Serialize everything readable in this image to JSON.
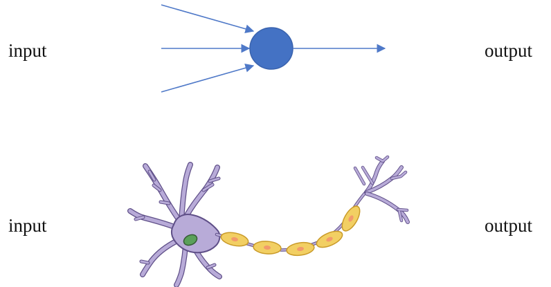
{
  "top_diagram": {
    "input_label": "input",
    "output_label": "output",
    "colors": {
      "line": "#4F79C8",
      "node": "#4472C4",
      "node_stroke": "#3A63AE"
    }
  },
  "bottom_diagram": {
    "input_label": "input",
    "output_label": "output",
    "colors": {
      "cell_body": "#B8ABD8",
      "cell_stroke": "#5F4F88",
      "nucleus": "#5AA05A",
      "myelin": "#F2CF63",
      "myelin_stroke": "#C99A28",
      "myelin_spot": "#F29A6B",
      "axon": "#B8ABD8"
    }
  }
}
